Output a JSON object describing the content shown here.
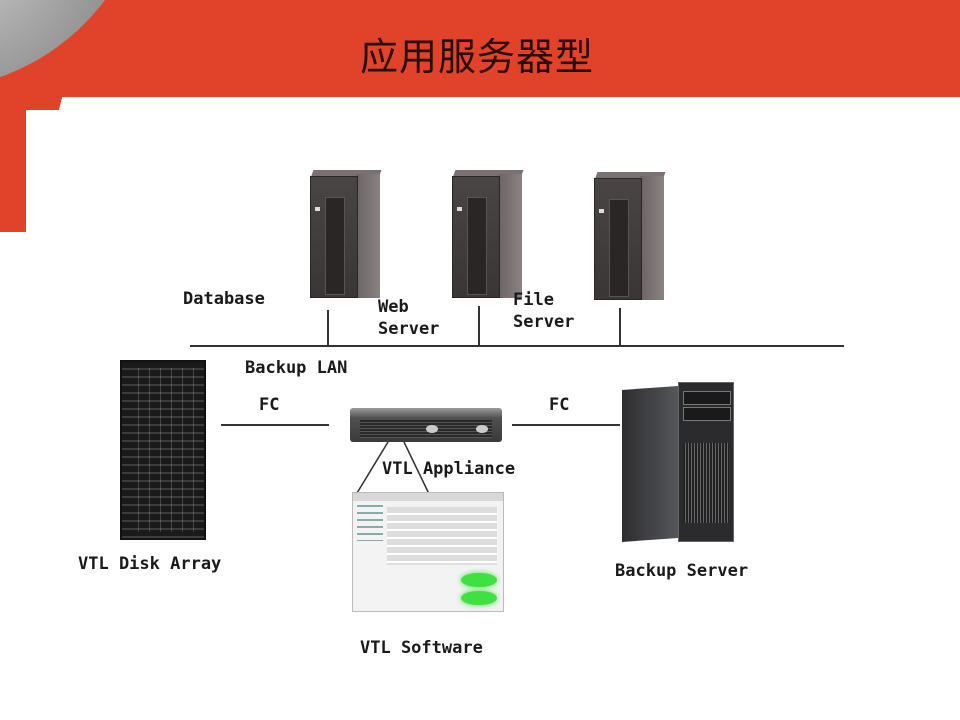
{
  "slide": {
    "title": "应用服务器型",
    "accent_color": "#e0432a"
  },
  "diagram": {
    "servers_top": [
      {
        "label": "Database"
      },
      {
        "label": "Web\nServer"
      },
      {
        "label": "File\nServer"
      }
    ],
    "network_label": "Backup LAN",
    "links": {
      "left_fc": "FC",
      "right_fc": "FC"
    },
    "disk_array_label": "VTL Disk Array",
    "appliance_label": "VTL Appliance",
    "software_label": "VTL Software",
    "backup_server_label": "Backup Server"
  }
}
